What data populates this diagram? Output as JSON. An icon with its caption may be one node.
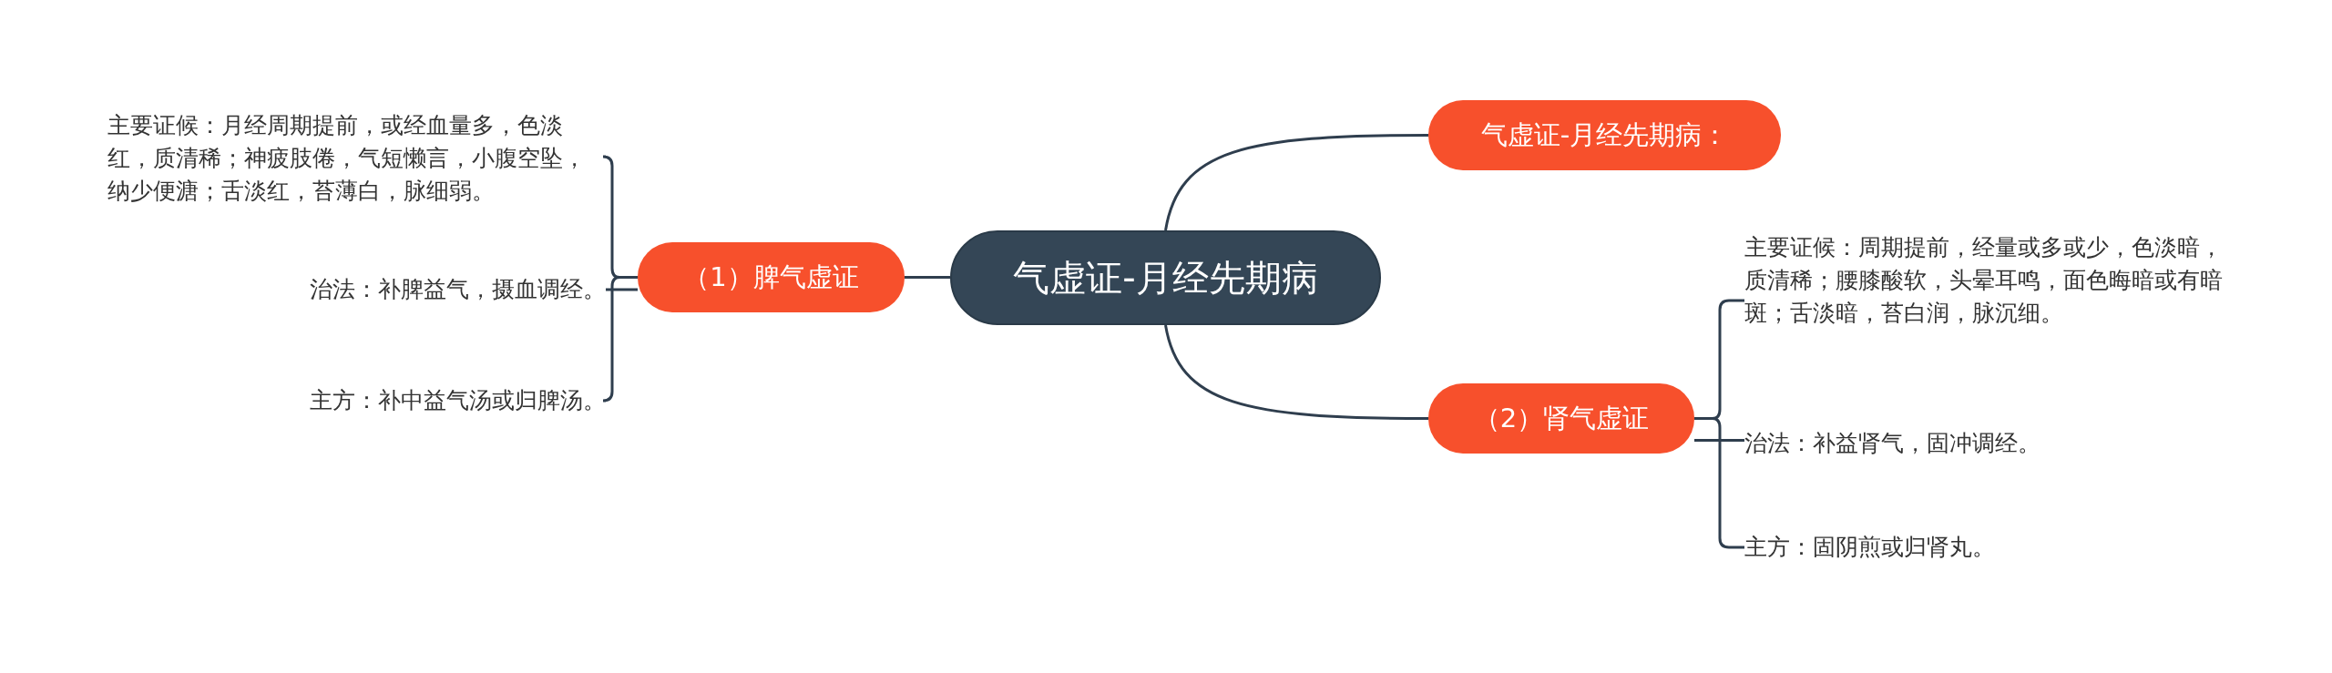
{
  "diagram": {
    "nodes": [
      {
        "text": [
          "气虚证-月经先期病"
        ]
      },
      {
        "text": [
          "气虚证-月经先期病："
        ]
      },
      {
        "text": [
          "（1）脾气虚证"
        ]
      },
      {
        "text": [
          "主要证候：月经周期提前，或经血量多，色淡红，质清稀；神疲肢倦，气短懒言，小腹空坠，纳少便溏；舌淡红，苔薄白，脉细弱。"
        ]
      },
      {
        "text": [
          "治法：补脾益气，摄血调经。"
        ]
      },
      {
        "text": [
          "主方：补中益气汤或归脾汤。"
        ]
      },
      {
        "text": [
          "（2）肾气虚证"
        ]
      },
      {
        "text": [
          "主要证候：周期提前，经量或多或少，色淡暗，质清稀；腰膝酸软，头晕耳鸣，面色晦暗或有暗斑；舌淡暗，苔白润，脉沉细。"
        ]
      },
      {
        "text": [
          "治法：补益肾气，固冲调经。"
        ]
      },
      {
        "text": [
          "主方：固阴煎或归肾丸。"
        ]
      }
    ],
    "edges": [
      {
        "from": 0,
        "to": 1,
        "arrow": "none"
      },
      {
        "from": 0,
        "to": 6,
        "arrow": "none"
      },
      {
        "from": 0,
        "to": 2,
        "arrow": "none"
      },
      {
        "from": 2,
        "to": 3,
        "arrow": "none"
      },
      {
        "from": 2,
        "to": 4,
        "arrow": "none"
      },
      {
        "from": 2,
        "to": 5,
        "arrow": "none"
      },
      {
        "from": 6,
        "to": 7,
        "arrow": "none"
      },
      {
        "from": 6,
        "to": 8,
        "arrow": "none"
      },
      {
        "from": 6,
        "to": 9,
        "arrow": "none"
      }
    ]
  }
}
